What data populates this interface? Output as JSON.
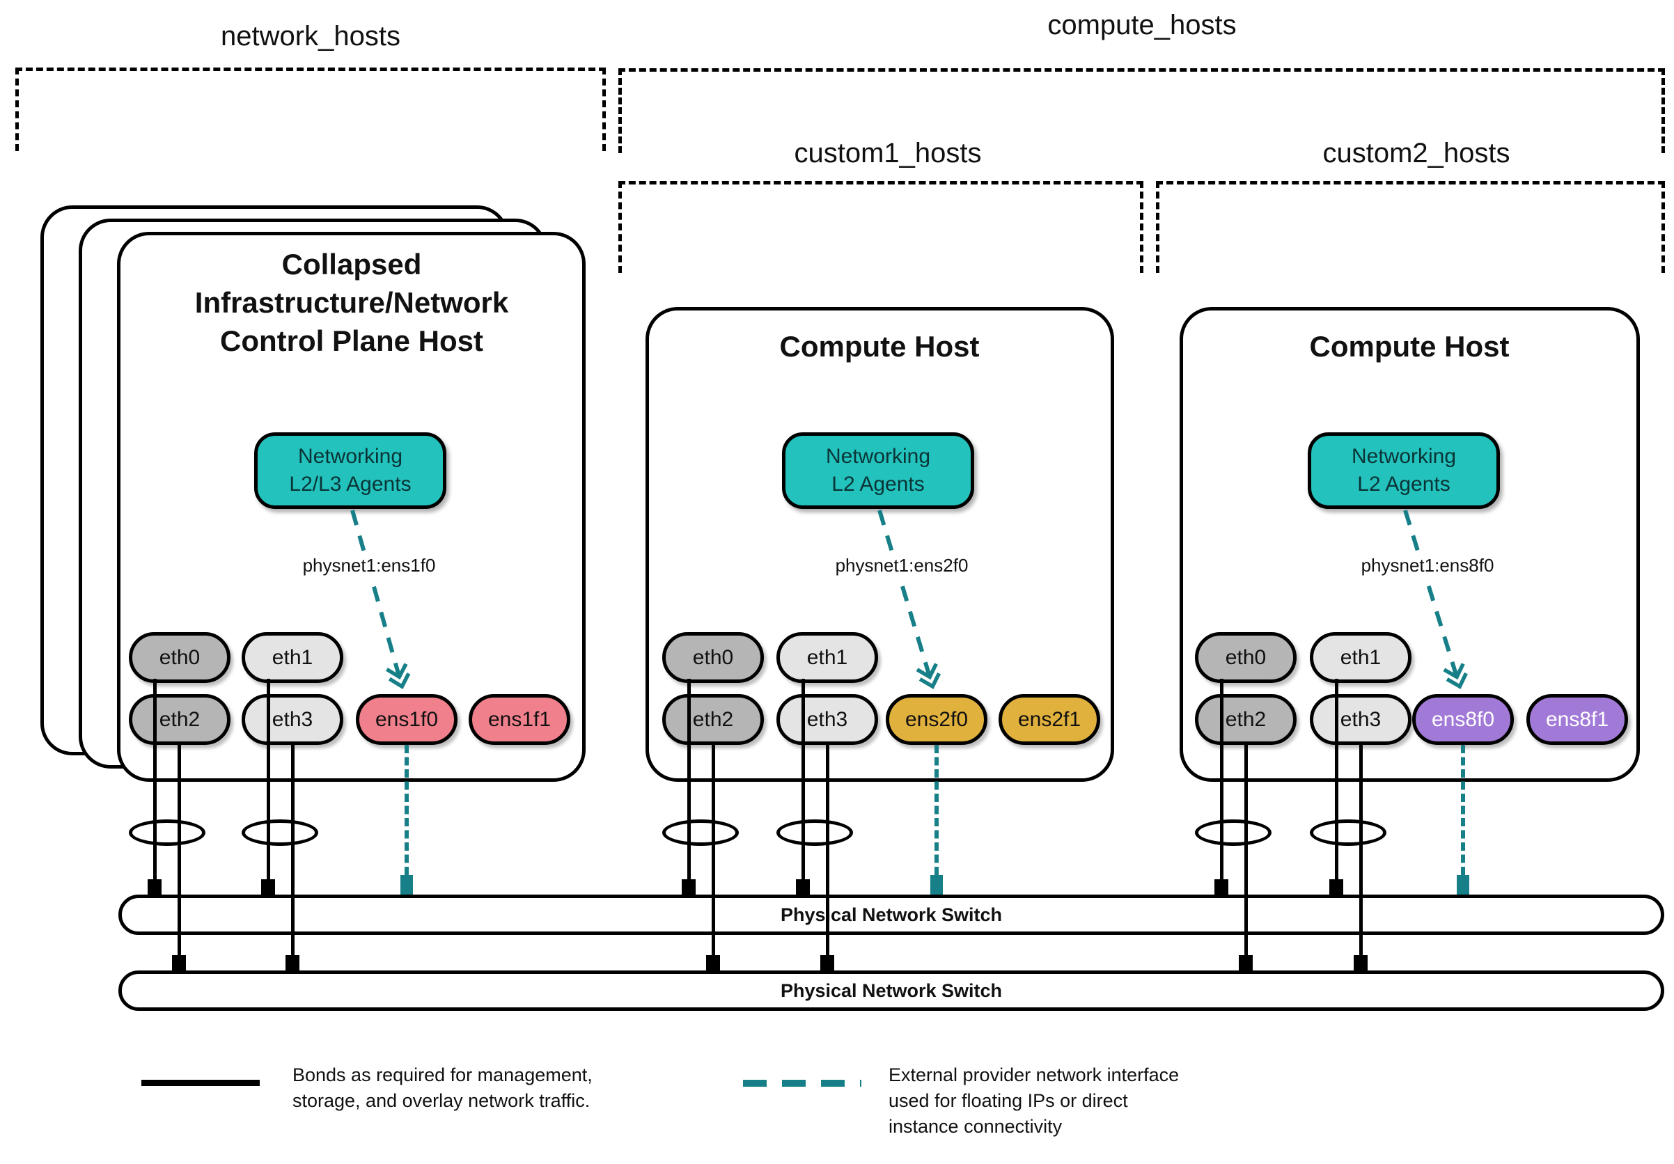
{
  "groups": {
    "network_hosts": "network_hosts",
    "compute_hosts": "compute_hosts",
    "custom1_hosts": "custom1_hosts",
    "custom2_hosts": "custom2_hosts"
  },
  "hosts": [
    {
      "title_lines": [
        "Collapsed",
        "Infrastructure/Network",
        "Control Plane Host"
      ],
      "agent_lines": [
        "Networking",
        "L2/L3 Agents"
      ],
      "physnet_label": "physnet1:ens1f0",
      "nics": [
        "eth0",
        "eth1",
        "eth2",
        "eth3",
        "ens1f0",
        "ens1f1"
      ]
    },
    {
      "title_lines": [
        "Compute Host"
      ],
      "agent_lines": [
        "Networking",
        "L2 Agents"
      ],
      "physnet_label": "physnet1:ens2f0",
      "nics": [
        "eth0",
        "eth1",
        "eth2",
        "eth3",
        "ens2f0",
        "ens2f1"
      ]
    },
    {
      "title_lines": [
        "Compute Host"
      ],
      "agent_lines": [
        "Networking",
        "L2 Agents"
      ],
      "physnet_label": "physnet1:ens8f0",
      "nics": [
        "eth0",
        "eth1",
        "eth2",
        "eth3",
        "ens8f0",
        "ens8f1"
      ]
    }
  ],
  "switches": [
    "Physical Network Switch",
    "Physical Network Switch"
  ],
  "legend": {
    "bond_lines": [
      "Bonds as required for management,",
      "storage, and overlay network traffic."
    ],
    "provider_lines": [
      "External provider network interface",
      "used for floating IPs or direct",
      "instance connectivity"
    ]
  },
  "colors": {
    "agent_teal": "#23c2bd",
    "provider_teal_dark": "#177f88",
    "nic_pink": "#f0808c",
    "nic_gold": "#e1b13e",
    "nic_purple": "#a17ad8",
    "nic_gray_dark": "#b5b5b5",
    "nic_gray_light": "#e4e4e4"
  }
}
